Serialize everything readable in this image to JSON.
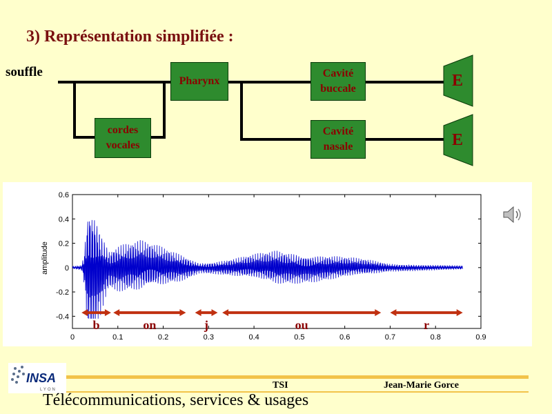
{
  "slide": {
    "title": "3) Représentation simplifiée :"
  },
  "diagram": {
    "input_label": "souffle",
    "blocks": {
      "cordes": "cordes\nvocales",
      "pharynx": "Pharynx",
      "buccale": "Cavité\nbuccale",
      "nasale": "Cavité\nnasale",
      "emitter_top": "E",
      "emitter_bottom": "E"
    },
    "colors": {
      "block_fill": "#2e8b2e",
      "block_text": "#8b0000",
      "emitter_fill": "#2e8b2e"
    }
  },
  "chart_data": {
    "type": "line",
    "title": "",
    "xlabel": "",
    "ylabel": "amplitude",
    "xlim": [
      0,
      0.9
    ],
    "ylim": [
      -0.5,
      0.6
    ],
    "xticks": [
      "0",
      "0.1",
      "0.2",
      "0.3",
      "0.4",
      "0.5",
      "0.6",
      "0.7",
      "0.8",
      "0.9"
    ],
    "yticks": [
      "0.6",
      "0.4",
      "0.2",
      "0",
      "-0.2",
      "-0.4"
    ],
    "series_color": "#0000cc",
    "envelope": [
      {
        "x": 0.0,
        "a": 0.01
      },
      {
        "x": 0.02,
        "a": 0.02
      },
      {
        "x": 0.025,
        "a": 0.1
      },
      {
        "x": 0.035,
        "a": 0.55
      },
      {
        "x": 0.05,
        "a": 0.5
      },
      {
        "x": 0.065,
        "a": 0.3
      },
      {
        "x": 0.08,
        "a": 0.15
      },
      {
        "x": 0.1,
        "a": 0.18
      },
      {
        "x": 0.15,
        "a": 0.2
      },
      {
        "x": 0.2,
        "a": 0.15
      },
      {
        "x": 0.25,
        "a": 0.09
      },
      {
        "x": 0.28,
        "a": 0.04
      },
      {
        "x": 0.32,
        "a": 0.05
      },
      {
        "x": 0.36,
        "a": 0.07
      },
      {
        "x": 0.45,
        "a": 0.13
      },
      {
        "x": 0.55,
        "a": 0.1
      },
      {
        "x": 0.65,
        "a": 0.06
      },
      {
        "x": 0.7,
        "a": 0.03
      },
      {
        "x": 0.86,
        "a": 0.015
      }
    ],
    "segments": [
      {
        "label": "b",
        "x0": 0.02,
        "x1": 0.085
      },
      {
        "label": "on",
        "x0": 0.09,
        "x1": 0.25
      },
      {
        "label": "j",
        "x0": 0.27,
        "x1": 0.32
      },
      {
        "label": "ou",
        "x0": 0.33,
        "x1": 0.68
      },
      {
        "label": "r",
        "x0": 0.7,
        "x1": 0.86
      }
    ],
    "segment_color": "#c03010",
    "segment_label_color": "#8b0000"
  },
  "footer": {
    "course": "TSI",
    "author": "Jean-Marie Gorce",
    "subtitle": "Télécommunications, services & usages",
    "logo_text": "INSA",
    "logo_sub": "LYON"
  },
  "icons": {
    "speaker": "speaker-icon"
  }
}
